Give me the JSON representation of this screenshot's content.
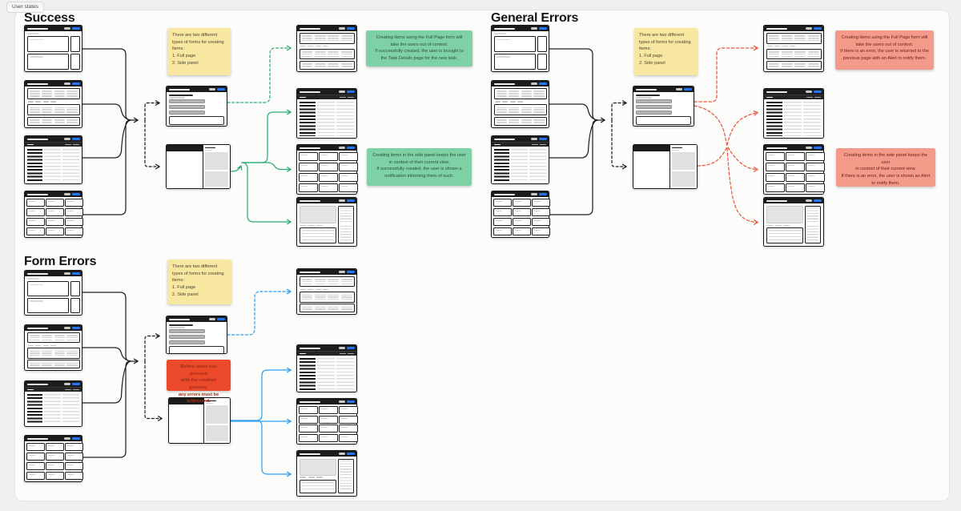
{
  "canvas": {
    "tab_label": "User states"
  },
  "colors": {
    "flow_arrow": "#1f1f1f",
    "success_arrow": "#2bab77",
    "error_arrow": "#e8593c",
    "form_error_arrow": "#2e9ff2",
    "accent_blue": "#2176ff",
    "note_yellow": "#f8e7a0",
    "note_green": "#7ed1a5",
    "note_salmon": "#f39a89",
    "note_red": "#ea4a2a",
    "wireframe_ink": "#161616"
  },
  "sections": {
    "success": {
      "title": "Success",
      "note_forms": "There are two different\ntypes of forms for creating\nitems:\n1. Full page\n2. Side panel",
      "note_full_page": "Creating items using the Full Page form will\ntake the users out of context.\nIf successfully created, the user is brought to\nthe Task Details page for the new task.",
      "note_side_panel": "Creating items in the side panel keeps the user\nin context of their current view.\nIf successfully created, the user is shown a\nnotification informing them of such."
    },
    "general_errors": {
      "title": "General Errors",
      "note_forms": "There are two different\ntypes of forms for creating\nitems:\n1. Full page\n2. Side panel",
      "note_full_page": "Creating items using the Full Page form will\ntake the users out of context.\nIf there is an error, the user is returned to the\nprevious page with an Alert to notify them.",
      "note_side_panel": "Creating items in the side panel keeps the user\nin context of their current view.\nIf there is an error, the user is shown an Alert\nto notify them."
    },
    "form_errors": {
      "title": "Form Errors",
      "note_forms": "There are two different\ntypes of forms for creating\nitems:\n1. Full page\n2. Side panel",
      "note_blocker": "Before users can proceed\nwith the creation process,\nany errors must be\naddressed."
    }
  }
}
